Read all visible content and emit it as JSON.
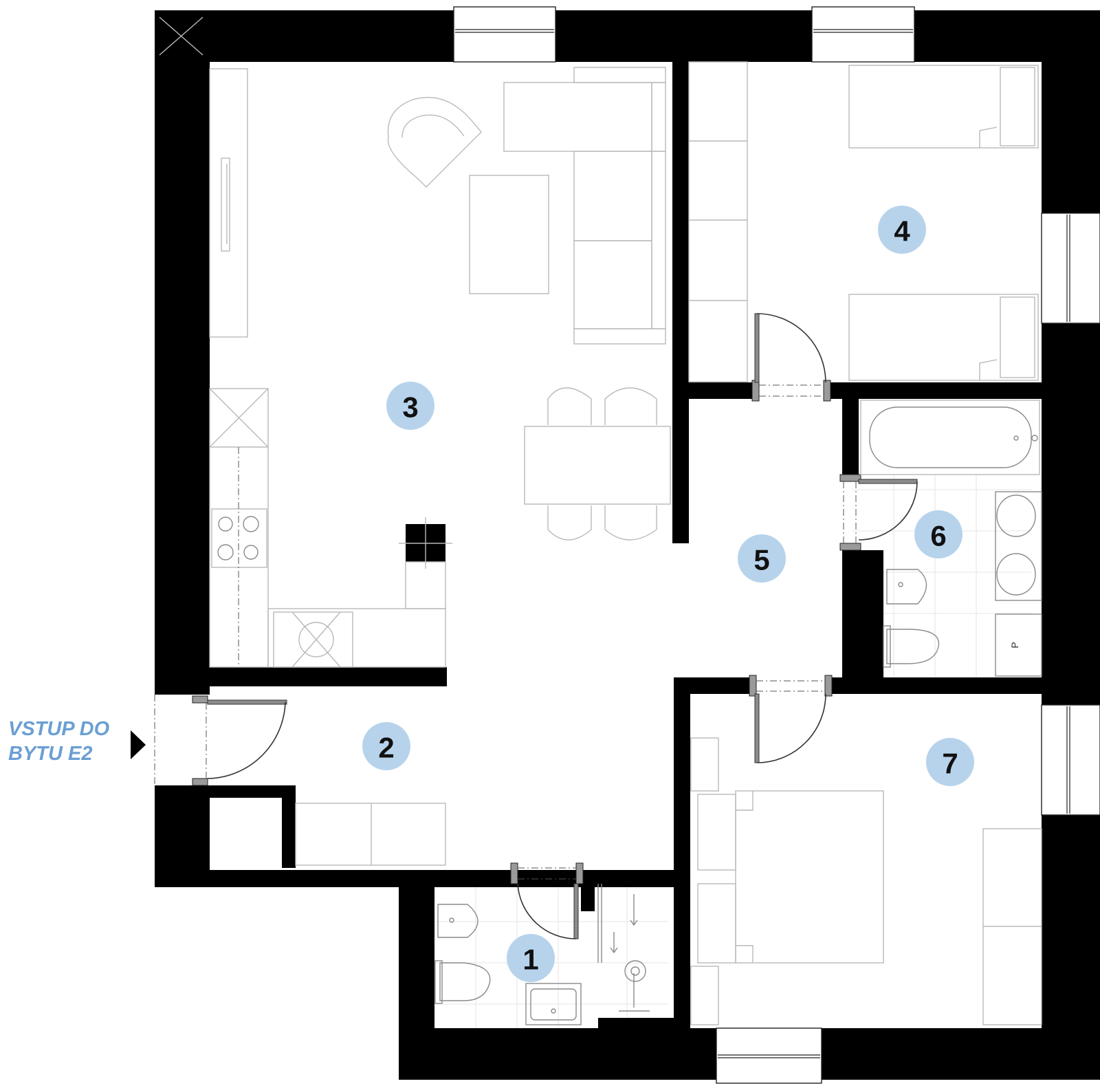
{
  "rooms": [
    {
      "id": "1",
      "label": "1"
    },
    {
      "id": "2",
      "label": "2"
    },
    {
      "id": "3",
      "label": "3"
    },
    {
      "id": "4",
      "label": "4"
    },
    {
      "id": "5",
      "label": "5"
    },
    {
      "id": "6",
      "label": "6"
    },
    {
      "id": "7",
      "label": "7"
    }
  ],
  "entrance": {
    "line1": "VSTUP DO",
    "line2": "BYTU E2"
  },
  "fixtures": {
    "boiler_label": "P"
  },
  "colors": {
    "badge": "#b7d3ec",
    "entrance_text": "#6b9fd3",
    "walls": "#000000",
    "furniture": "#b9b9b9"
  }
}
